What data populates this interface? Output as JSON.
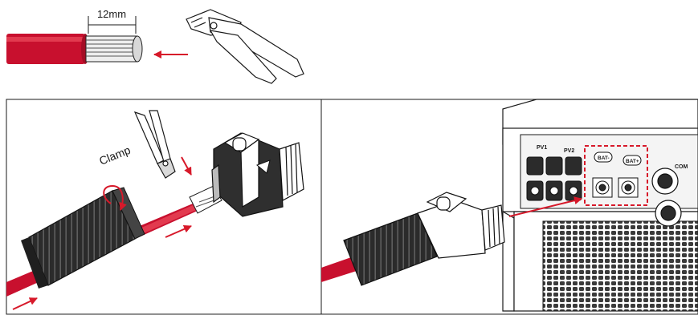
{
  "step1": {
    "strip_length_label": "12mm"
  },
  "step2": {
    "tool_label": "Clamp"
  },
  "step3": {
    "port_labels": [
      "PV1",
      "PV2",
      "BAT-",
      "BAT+",
      "COM"
    ]
  },
  "colors": {
    "cable_red": "#c8102e",
    "arrow_red": "#d7192a",
    "highlight_box": "#d7192a",
    "line": "#1a1a1a",
    "connector_fill": "#2b2b2b"
  }
}
